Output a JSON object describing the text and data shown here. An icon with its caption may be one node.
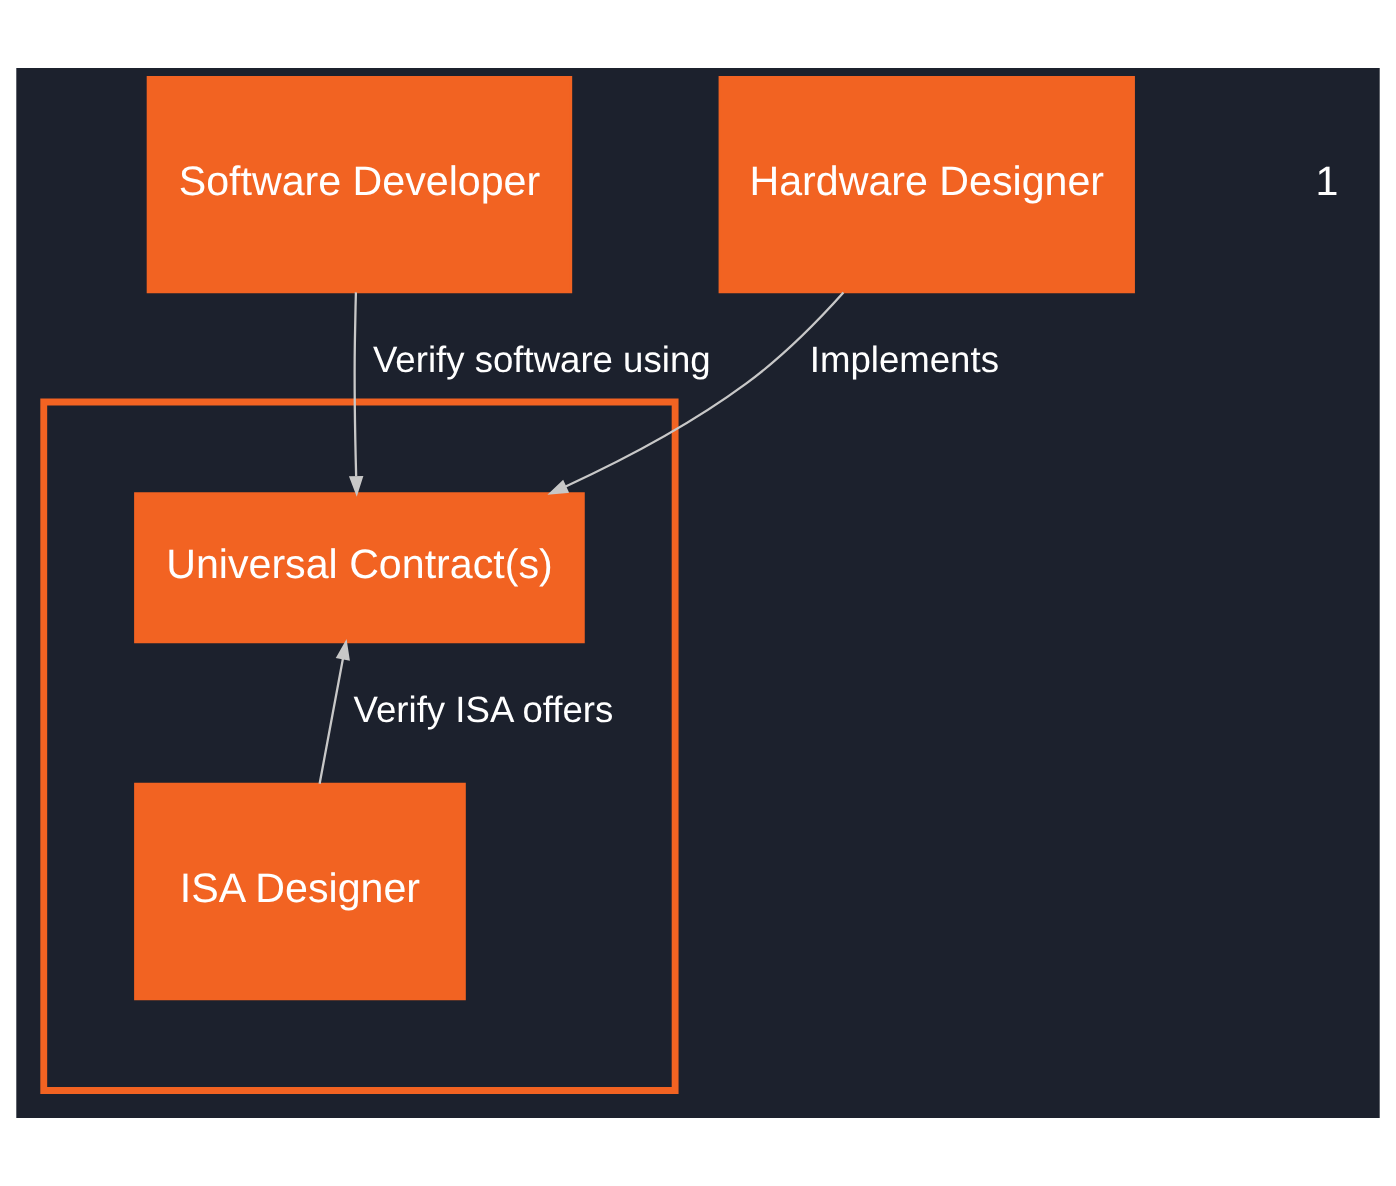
{
  "diagram": {
    "nodes": [
      {
        "text": [
          "Software Developer"
        ]
      },
      {
        "text": [],
        "shape": "box"
      },
      {
        "text": [
          "Universal Contract(s)"
        ],
        "in": 1
      },
      {
        "text": [
          "ISA Designer"
        ],
        "in": 1
      },
      {
        "text": [
          "Hardware Designer"
        ]
      }
    ],
    "edges": [
      {
        "from": 0,
        "to": 2,
        "arrow": "to",
        "label": "Verify software using"
      },
      {
        "from": 4,
        "to": 2,
        "arrow": "to",
        "label": "Implements"
      },
      {
        "from": 3,
        "to": 2,
        "arrow": "to",
        "label": "Verify ISA offers"
      }
    ],
    "labels": [
      "1"
    ]
  }
}
